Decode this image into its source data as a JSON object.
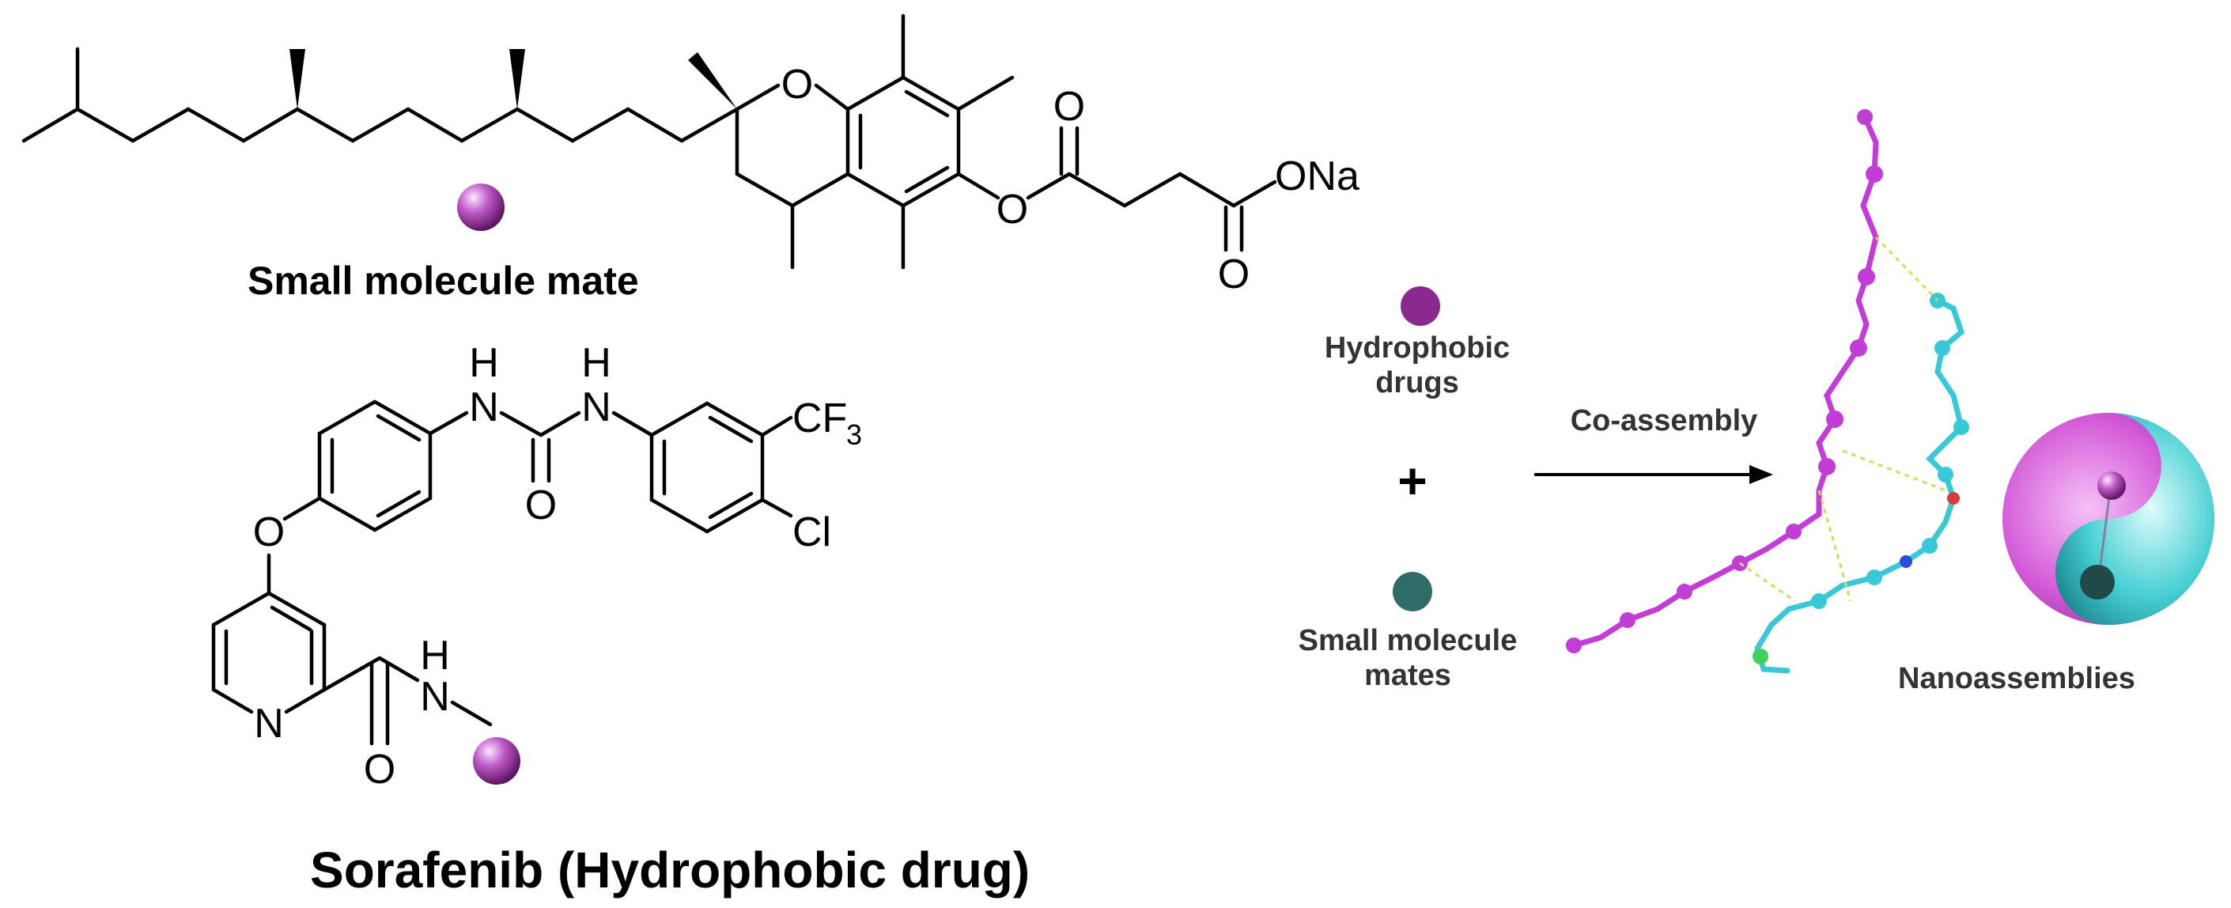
{
  "molecule_1": {
    "caption": "Small molecule mate",
    "atoms": {
      "ring_oxygen": "O",
      "ester_oxygen": "O",
      "carbonyl_oxygen_1": "O",
      "carbonyl_oxygen_2": "O",
      "salt": "ONa"
    }
  },
  "molecule_2": {
    "caption": "Sorafenib (Hydrophobic drug)",
    "atoms": {
      "nh_1": "H",
      "n_1": "N",
      "nh_2": "H",
      "n_2": "N",
      "urea_oxygen": "O",
      "cf3": "CF",
      "cf3_sub": "3",
      "cl": "Cl",
      "ether_oxygen": "O",
      "pyridine_n": "N",
      "amide_h": "H",
      "amide_n": "N",
      "amide_oxygen": "O"
    }
  },
  "scheme": {
    "legend_hydrophobic": [
      "Hydrophobic",
      "drugs"
    ],
    "plus": "+",
    "legend_mates": [
      "Small molecule",
      "mates"
    ],
    "arrow_label": "Co-assembly",
    "product_label": "Nanoassemblies"
  },
  "colors": {
    "drug_sphere": "#8a2a8f",
    "mate_sphere": "#2f6b67",
    "drug_model": "#c23dd6",
    "mate_model": "#39c9d6",
    "nano_pink": "#d45ad8",
    "nano_cyan": "#46cfd3"
  }
}
